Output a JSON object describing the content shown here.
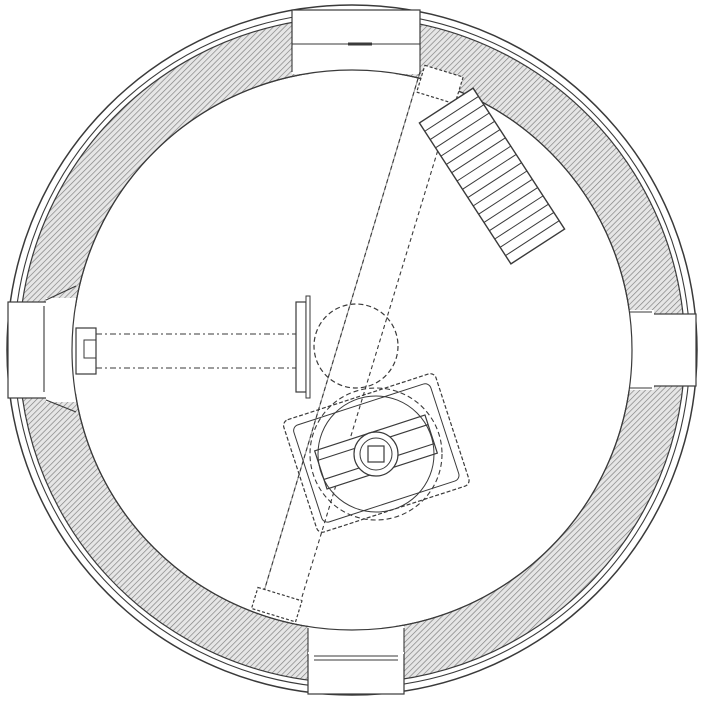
{
  "drawing": {
    "subject": "",
    "colors": {
      "ink": "#3a3a3a",
      "hatch": "#8a8a8a",
      "wall_fill": "#d9d9d9",
      "paper": "#ffffff"
    },
    "elements": {
      "outer_ring_count": 2,
      "wall_segments": 4,
      "openings": [
        "top",
        "right",
        "bottom",
        "left"
      ],
      "stair_treads": 16
    }
  }
}
